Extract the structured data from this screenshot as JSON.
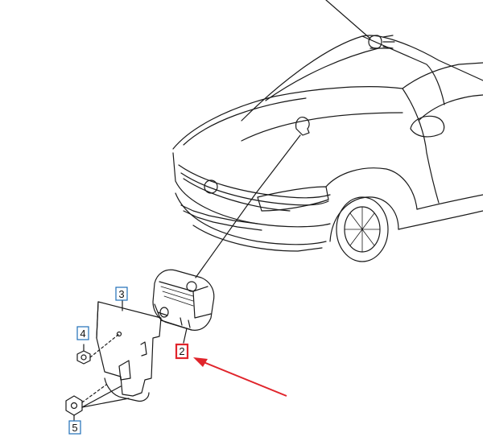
{
  "diagram": {
    "callouts": [
      {
        "id": "2",
        "label": "2",
        "highlighted": true
      },
      {
        "id": "3",
        "label": "3",
        "highlighted": false
      },
      {
        "id": "4",
        "label": "4",
        "highlighted": false
      },
      {
        "id": "5",
        "label": "5",
        "highlighted": false
      }
    ],
    "colors": {
      "line": "#1a1a1a",
      "callout_border": "#1f6fb8",
      "highlight": "#e0242b",
      "arrow": "#e0242b"
    },
    "icons": [
      "headlight-indicator-icon",
      "clip-icon"
    ]
  }
}
